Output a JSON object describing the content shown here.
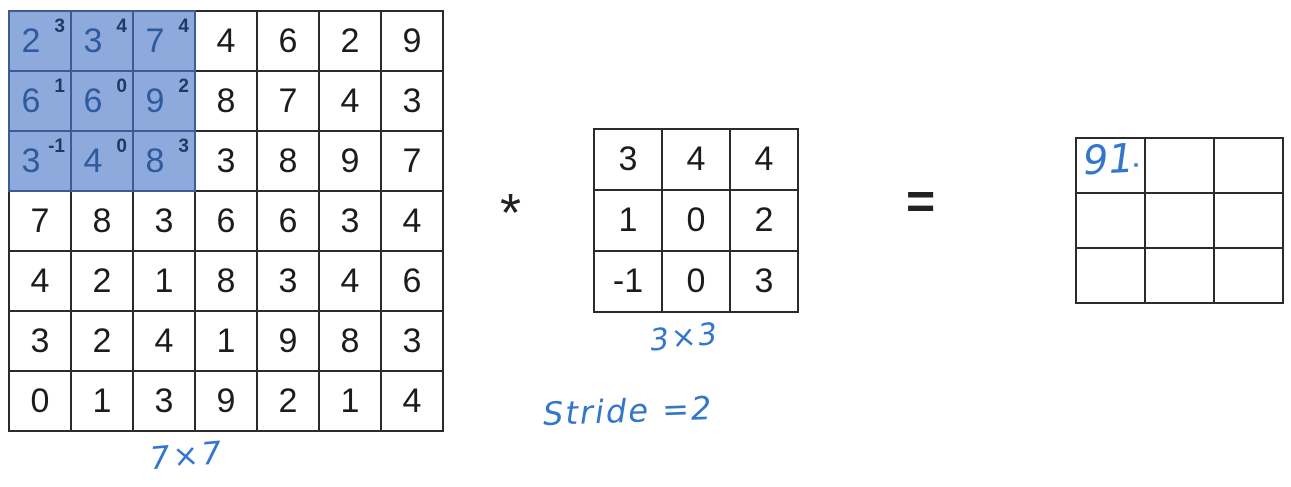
{
  "diagram": {
    "description_labels": {
      "input_size": "7×7",
      "kernel_size": "3×3",
      "stride": "Stride =2",
      "operator": "*",
      "equals": "="
    },
    "input_matrix": {
      "rows": [
        [
          2,
          3,
          7,
          4,
          6,
          2,
          9
        ],
        [
          6,
          6,
          9,
          8,
          7,
          4,
          3
        ],
        [
          3,
          4,
          8,
          3,
          8,
          9,
          7
        ],
        [
          7,
          8,
          3,
          6,
          6,
          3,
          4
        ],
        [
          4,
          2,
          1,
          8,
          3,
          4,
          6
        ],
        [
          3,
          2,
          4,
          1,
          9,
          8,
          3
        ],
        [
          0,
          1,
          3,
          9,
          2,
          1,
          4
        ]
      ],
      "highlight": {
        "row_start": 0,
        "col_start": 0,
        "rows": 3,
        "cols": 3
      },
      "overlay_superscripts": [
        [
          3,
          4,
          4
        ],
        [
          1,
          0,
          2
        ],
        [
          -1,
          0,
          3
        ]
      ]
    },
    "kernel_matrix": {
      "rows": [
        [
          3,
          4,
          4
        ],
        [
          1,
          0,
          2
        ],
        [
          -1,
          0,
          3
        ]
      ]
    },
    "output_matrix": {
      "cells": [
        [
          "91",
          "",
          ""
        ],
        [
          "",
          "",
          ""
        ],
        [
          "",
          "",
          ""
        ]
      ]
    },
    "colors": {
      "highlight_bg": "#8EA9DB",
      "highlight_number": "#2E5B9F",
      "overlay_number": "#1F3864",
      "handwriting_ink": "#3377CC",
      "grid_border": "#2b2b2b",
      "number": "#1c1c1c"
    }
  }
}
